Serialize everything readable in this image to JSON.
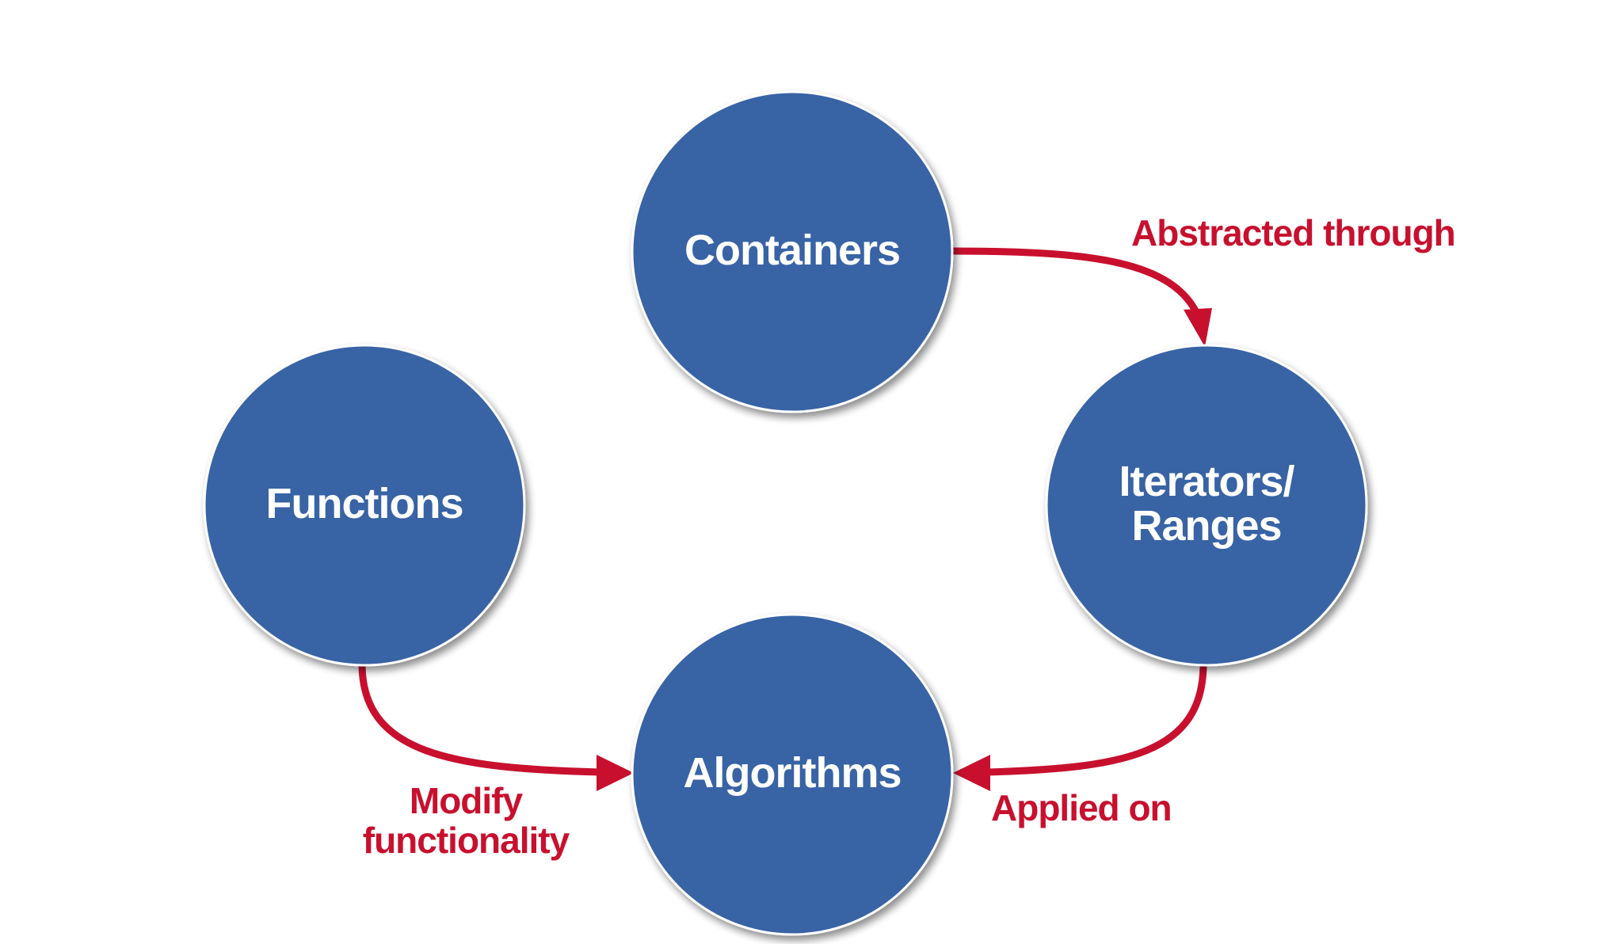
{
  "colors": {
    "node_fill": "#3864a5",
    "node_text": "#ffffff",
    "edge": "#c8102e",
    "background": "#ffffff"
  },
  "nodes": {
    "containers": {
      "label": "Containers"
    },
    "iterators": {
      "line1": "Iterators/",
      "line2": "Ranges"
    },
    "functions": {
      "label": "Functions"
    },
    "algorithms": {
      "label": "Algorithms"
    }
  },
  "edges": {
    "abstracted": {
      "label": "Abstracted through"
    },
    "applied": {
      "label": "Applied on"
    },
    "modify": {
      "line1": "Modify",
      "line2": "functionality"
    }
  }
}
